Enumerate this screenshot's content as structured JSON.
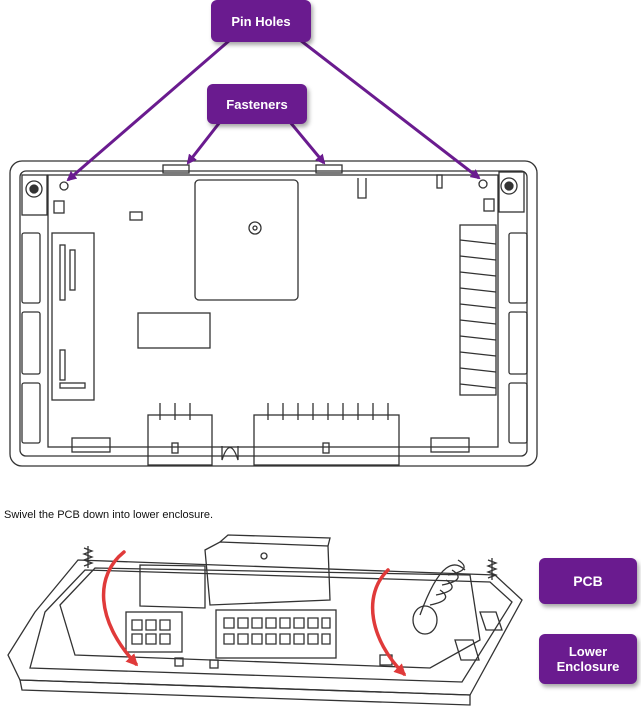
{
  "callouts": {
    "pin_holes": "Pin Holes",
    "fasteners": "Fasteners",
    "pcb": "PCB",
    "lower_enclosure": "Lower Enclosure"
  },
  "caption": "Swivel the PCB down into lower enclosure.",
  "colors": {
    "callout_fill": "#6a1b8f",
    "arrow": "#6a1b8f",
    "swivel_arrow": "#e03a3a",
    "line_art": "#333333"
  }
}
